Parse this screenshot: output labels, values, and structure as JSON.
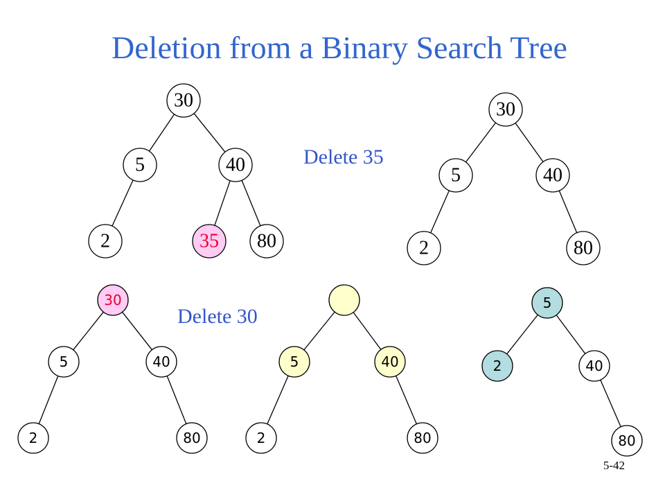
{
  "title": "Deletion from a Binary Search Tree",
  "captions": [
    "Delete 35",
    "Delete 30"
  ],
  "slide_number": "5-42",
  "colors": {
    "title": "#3366cc",
    "caption": "#3355cc",
    "highlight_pink": "#ffccf5",
    "highlight_yellow": "#ffffcc",
    "highlight_teal": "#b3dde0",
    "deleted_text": "#e8002a"
  },
  "trees": [
    {
      "id": "tree-1-before-delete-35",
      "font": "serif",
      "nodes": [
        {
          "id": "n30",
          "label": "30",
          "fill": "#ffffff",
          "text_color": "#000000"
        },
        {
          "id": "n5",
          "label": "5",
          "fill": "#ffffff",
          "text_color": "#000000"
        },
        {
          "id": "n40",
          "label": "40",
          "fill": "#ffffff",
          "text_color": "#000000"
        },
        {
          "id": "n2",
          "label": "2",
          "fill": "#ffffff",
          "text_color": "#000000"
        },
        {
          "id": "n35",
          "label": "35",
          "fill": "#ffccf5",
          "text_color": "#e8002a"
        },
        {
          "id": "n80",
          "label": "80",
          "fill": "#ffffff",
          "text_color": "#000000"
        }
      ],
      "edges": [
        [
          "n30",
          "n5"
        ],
        [
          "n30",
          "n40"
        ],
        [
          "n5",
          "n2"
        ],
        [
          "n40",
          "n35"
        ],
        [
          "n40",
          "n80"
        ]
      ]
    },
    {
      "id": "tree-2-after-delete-35",
      "font": "serif",
      "nodes": [
        {
          "id": "n30",
          "label": "30",
          "fill": "#ffffff",
          "text_color": "#000000"
        },
        {
          "id": "n5",
          "label": "5",
          "fill": "#ffffff",
          "text_color": "#000000"
        },
        {
          "id": "n40",
          "label": "40",
          "fill": "#ffffff",
          "text_color": "#000000"
        },
        {
          "id": "n2",
          "label": "2",
          "fill": "#ffffff",
          "text_color": "#000000"
        },
        {
          "id": "n80",
          "label": "80",
          "fill": "#ffffff",
          "text_color": "#000000"
        }
      ],
      "edges": [
        [
          "n30",
          "n5"
        ],
        [
          "n30",
          "n40"
        ],
        [
          "n5",
          "n2"
        ],
        [
          "n40",
          "n80"
        ]
      ]
    },
    {
      "id": "tree-3-before-delete-30",
      "font": "sans",
      "nodes": [
        {
          "id": "n30",
          "label": "30",
          "fill": "#ffccf5",
          "text_color": "#e8002a"
        },
        {
          "id": "n5",
          "label": "5",
          "fill": "#ffffff",
          "text_color": "#000000"
        },
        {
          "id": "n40",
          "label": "40",
          "fill": "#ffffff",
          "text_color": "#000000"
        },
        {
          "id": "n2",
          "label": "2",
          "fill": "#ffffff",
          "text_color": "#000000"
        },
        {
          "id": "n80",
          "label": "80",
          "fill": "#ffffff",
          "text_color": "#000000"
        }
      ],
      "edges": [
        [
          "n30",
          "n5"
        ],
        [
          "n30",
          "n40"
        ],
        [
          "n5",
          "n2"
        ],
        [
          "n40",
          "n80"
        ]
      ]
    },
    {
      "id": "tree-4-root-removed",
      "font": "sans",
      "nodes": [
        {
          "id": "nroot",
          "label": "",
          "fill": "#ffffcc",
          "text_color": "#000000"
        },
        {
          "id": "n5",
          "label": "5",
          "fill": "#ffffcc",
          "text_color": "#000000"
        },
        {
          "id": "n40",
          "label": "40",
          "fill": "#ffffcc",
          "text_color": "#000000"
        },
        {
          "id": "n2",
          "label": "2",
          "fill": "#ffffff",
          "text_color": "#000000"
        },
        {
          "id": "n80",
          "label": "80",
          "fill": "#ffffff",
          "text_color": "#000000"
        }
      ],
      "edges": [
        [
          "nroot",
          "n5"
        ],
        [
          "nroot",
          "n40"
        ],
        [
          "n5",
          "n2"
        ],
        [
          "n40",
          "n80"
        ]
      ]
    },
    {
      "id": "tree-5-after-delete-30",
      "font": "sans",
      "nodes": [
        {
          "id": "n5",
          "label": "5",
          "fill": "#b3dde0",
          "text_color": "#000000"
        },
        {
          "id": "n2",
          "label": "2",
          "fill": "#b3dde0",
          "text_color": "#000000"
        },
        {
          "id": "n40",
          "label": "40",
          "fill": "#ffffff",
          "text_color": "#000000"
        },
        {
          "id": "n80",
          "label": "80",
          "fill": "#ffffff",
          "text_color": "#000000"
        }
      ],
      "edges": [
        [
          "n5",
          "n2"
        ],
        [
          "n5",
          "n40"
        ],
        [
          "n40",
          "n80"
        ]
      ]
    }
  ]
}
